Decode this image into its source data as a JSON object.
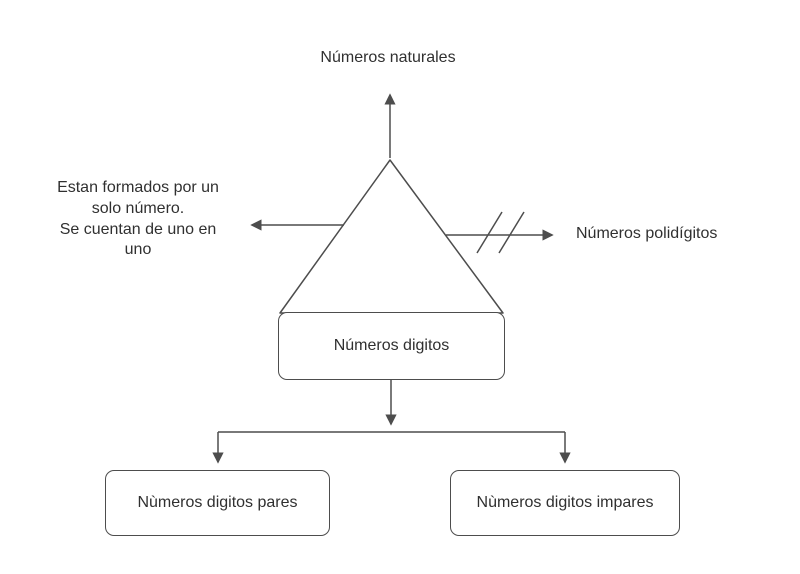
{
  "diagram": {
    "top_label": "Números naturales",
    "left_note": "Estan formados por un\nsolo número.\nSe cuentan de uno en\nuno",
    "right_label": "Números polidígitos",
    "center_node": "Números digitos",
    "bottom_left_node": "Nùmeros digitos pares",
    "bottom_right_node": "Nùmeros digitos impares"
  },
  "colors": {
    "line": "#4d4d4d",
    "text": "#303030",
    "node_fill": "#ffffff",
    "background": "#ffffff"
  }
}
